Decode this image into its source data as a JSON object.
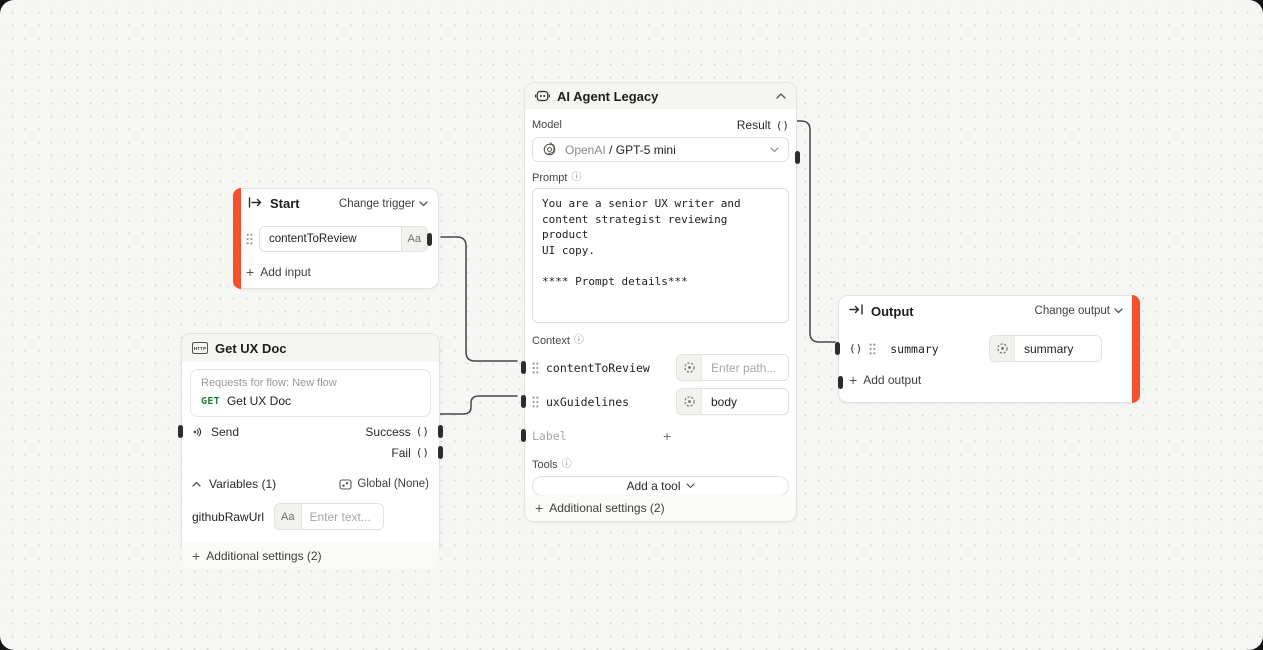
{
  "colors": {
    "accent_orange": "#f4512c",
    "method_green": "#1a7f37",
    "wire": "#474747",
    "port": "#2d2d2b",
    "canvas_bg": "#f6f6f4",
    "node_header_bg": "#f5f5f2"
  },
  "icons": {
    "drag_handle": "six-dots",
    "info": "ⓘ",
    "plus": "+",
    "trigger_in": "bar-arrow-right",
    "output_in": "arrow-right-bar",
    "robot": "robot-face",
    "http": "HTTP",
    "send": "broadcast",
    "path_target": "dashed-circle-dot",
    "global": "global-variables",
    "openai": "openai-logo"
  },
  "start": {
    "title": "Start",
    "action": "Change trigger",
    "input_value": "contentToReview",
    "input_badge": "Aa",
    "add_label": "Add input"
  },
  "http": {
    "title": "Get UX Doc",
    "request_group": "Requests for flow: New flow",
    "method": "GET",
    "request_name": "Get UX Doc",
    "send_label": "Send",
    "success_label": "Success",
    "success_type": "()",
    "fail_label": "Fail",
    "fail_type": "()",
    "variables_label": "Variables (1)",
    "global_label": "Global (None)",
    "variable_name": "githubRawUrl",
    "variable_badge": "Aa",
    "variable_placeholder": "Enter text...",
    "footer": "Additional settings (2)"
  },
  "agent": {
    "title": "AI Agent Legacy",
    "model_label": "Model",
    "result_label": "Result",
    "result_type": "()",
    "model_provider": "OpenAI",
    "model_separator": "/",
    "model_name": "GPT-5 mini",
    "prompt_label": "Prompt",
    "prompt_text": "You are a senior UX writer and\ncontent strategist reviewing product\nUI copy.\n\n**** Prompt details***",
    "context_label": "Context",
    "context_rows": [
      {
        "name": "contentToReview",
        "value": "",
        "placeholder": "Enter path..."
      },
      {
        "name": "uxGuidelines",
        "value": "body"
      }
    ],
    "label_placeholder": "Label",
    "tools_label": "Tools",
    "add_tool_label": "Add a tool",
    "footer": "Additional settings (2)"
  },
  "output": {
    "title": "Output",
    "action": "Change output",
    "row_type": "()",
    "row_name": "summary",
    "row_value": "summary",
    "add_label": "Add output"
  }
}
